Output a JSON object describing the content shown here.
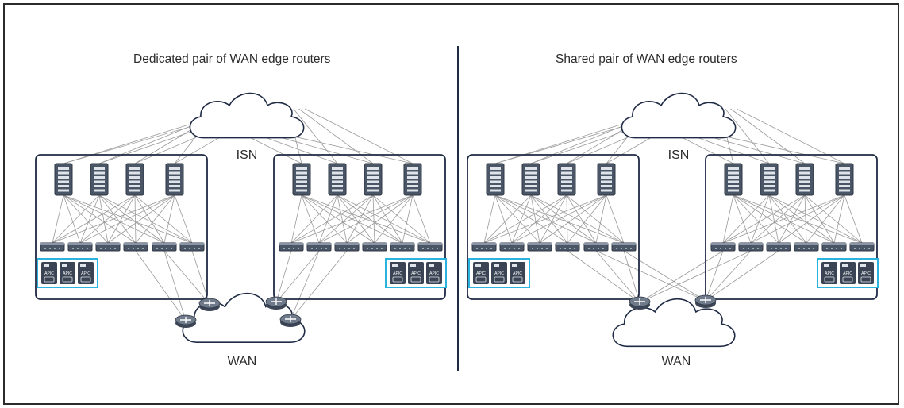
{
  "panels": [
    {
      "title": "Dedicated pair of WAN edge routers",
      "isn_label": "ISN",
      "wan_label": "WAN",
      "wan_router_mode": "dedicated"
    },
    {
      "title": "Shared pair of WAN edge routers",
      "isn_label": "ISN",
      "wan_label": "WAN",
      "wan_router_mode": "shared"
    }
  ],
  "apic_label": "APIC",
  "colors": {
    "frame": "#2b2b2b",
    "outline": "#1f2a44",
    "apic_box": "#2bb3e0",
    "link": "#9a9a9a",
    "device": "#4a5566"
  },
  "icons": {
    "spine": "spine-switch-icon",
    "leaf": "leaf-switch-icon",
    "router": "router-icon",
    "apic": "apic-controller-icon",
    "cloud": "cloud-icon"
  }
}
